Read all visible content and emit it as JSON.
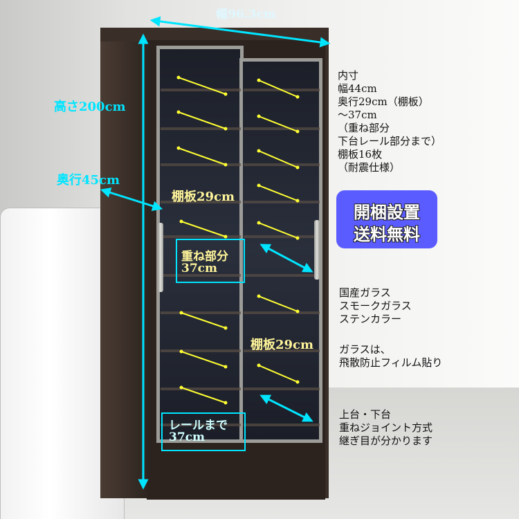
{
  "image": {
    "labels": {
      "width": "幅96.3cm",
      "height": "高さ200cm",
      "depth": "奥行45cm",
      "shelf_top": "棚板29cm",
      "overlap_line1": "重ね部分",
      "overlap_line2": "37cm",
      "shelf_bottom": "棚板29cm",
      "rail_line1": "レールまで",
      "rail_line2": "37cm"
    },
    "spec_lines": [
      "内寸",
      "幅44cm",
      "奥行29cm（棚板）",
      "～37cm",
      "（重ね部分",
      "下台レール部分まで）",
      "棚板16枚",
      "（耐震仕様）"
    ],
    "badge": {
      "line1": "開梱設置",
      "line2": "送料無料",
      "color": "#5b5cff"
    },
    "glass_lines": [
      "国産ガラス",
      "スモークガラス",
      "ステンカラー"
    ],
    "film_lines": [
      "ガラスは、",
      "飛散防止フィルム貼り"
    ],
    "joint_lines": [
      "上台・下台",
      "重ねジョイント方式",
      "継ぎ目が分かります"
    ],
    "colors": {
      "dimension": "#00e5ff",
      "shelf_marker": "#ffff33"
    }
  }
}
